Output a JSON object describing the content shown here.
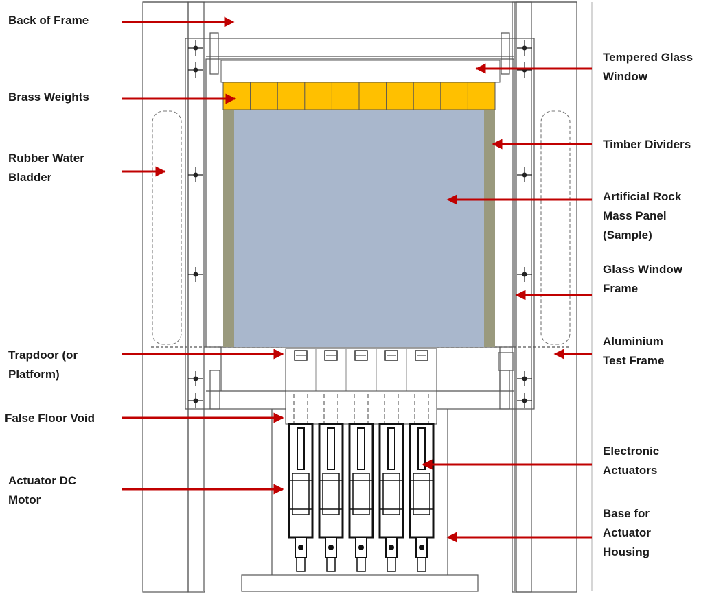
{
  "colors": {
    "frame_line": "#555555",
    "brass_weights": "#FFC000",
    "rock_panel": "#A9B7CC",
    "timber": "#9A9A7E",
    "arrow": "#C00000",
    "text": "#1a1a1a"
  },
  "labels": {
    "back_of_frame": [
      "Back of Frame"
    ],
    "brass_weights": [
      "Brass Weights"
    ],
    "rubber_water_bladder": [
      "Rubber Water",
      "Bladder"
    ],
    "trapdoor": [
      "Trapdoor (or",
      "Platform)"
    ],
    "false_floor_void": [
      "False Floor Void"
    ],
    "actuator_dc_motor": [
      "Actuator DC",
      "Motor"
    ],
    "tempered_glass_window": [
      "Tempered Glass",
      "Window"
    ],
    "timber_dividers": [
      "Timber Dividers"
    ],
    "artificial_rock_mass_panel": [
      "Artificial Rock",
      "Mass Panel",
      "(Sample)"
    ],
    "glass_window_frame": [
      "Glass Window",
      "Frame"
    ],
    "aluminium_test_frame": [
      "Aluminium",
      "Test Frame"
    ],
    "electronic_actuators": [
      "Electronic",
      "Actuators"
    ],
    "base_for_actuator_housing": [
      "Base for",
      "Actuator",
      "Housing"
    ]
  },
  "brass_weight_block_count": 10,
  "actuator_count": 5
}
